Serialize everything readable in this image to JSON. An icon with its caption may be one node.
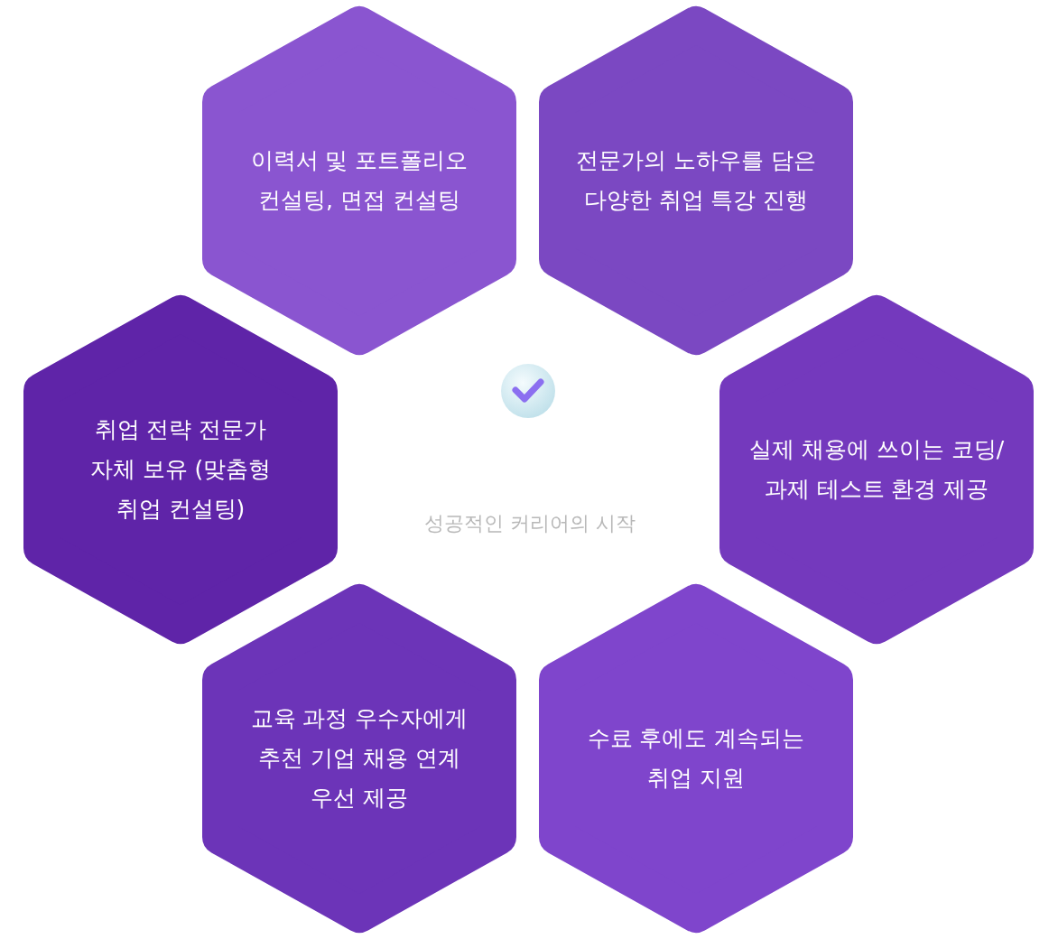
{
  "diagram": {
    "nodes": [
      {
        "text": [
          "이력서 및 포트폴리오 컨설팅, 면접 컨설팅"
        ]
      },
      {
        "text": [
          "전문가의 노하우를 담은 다양한 취업 특강 진행"
        ]
      },
      {
        "text": [
          "취업 전략 전문가 자체 보유 (맞춤형 취업 컨설팅)"
        ]
      },
      {
        "text": [
          "실제 채용에 쓰이는 코딩/과제 테스트 환경 제공"
        ]
      },
      {
        "text": [
          "교육 과정 우수자에게 추천 기업 채용 연계 우선 제공"
        ]
      },
      {
        "text": [
          "수료 후에도 계속되는 취업 지원"
        ]
      }
    ],
    "edges": [],
    "labels": [
      "성공적인 커리어의 시작"
    ]
  }
}
